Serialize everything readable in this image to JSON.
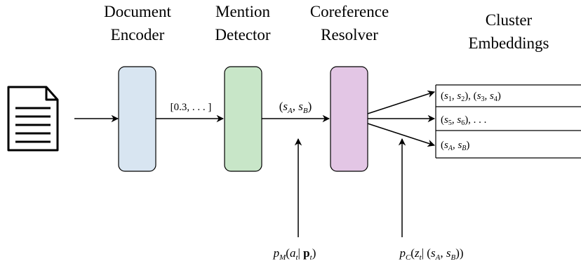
{
  "stages": {
    "encoder": {
      "line1": "Document",
      "line2": "Encoder",
      "color": "#d8e5f1"
    },
    "detector": {
      "line1": "Mention",
      "line2": "Detector",
      "color": "#c8e6c8"
    },
    "resolver": {
      "line1": "Coreference",
      "line2": "Resolver",
      "color": "#e3c6e5"
    },
    "cluster": {
      "line1": "Cluster",
      "line2": "Embeddings"
    }
  },
  "edge_labels": {
    "encoder_out": "[0.3, . . . ]",
    "detector_out": "(s_A, s_B)"
  },
  "clusters": [
    "(s_1, s_2), (s_3, s_4)",
    "(s_5, s_6), . . .",
    "(s_A, s_B)"
  ],
  "probabilities": {
    "mention": "p_M(a_t | p_t)",
    "coref": "p_C(z_t | (s_A, s_B))"
  },
  "icons": {
    "input": "document-icon"
  }
}
